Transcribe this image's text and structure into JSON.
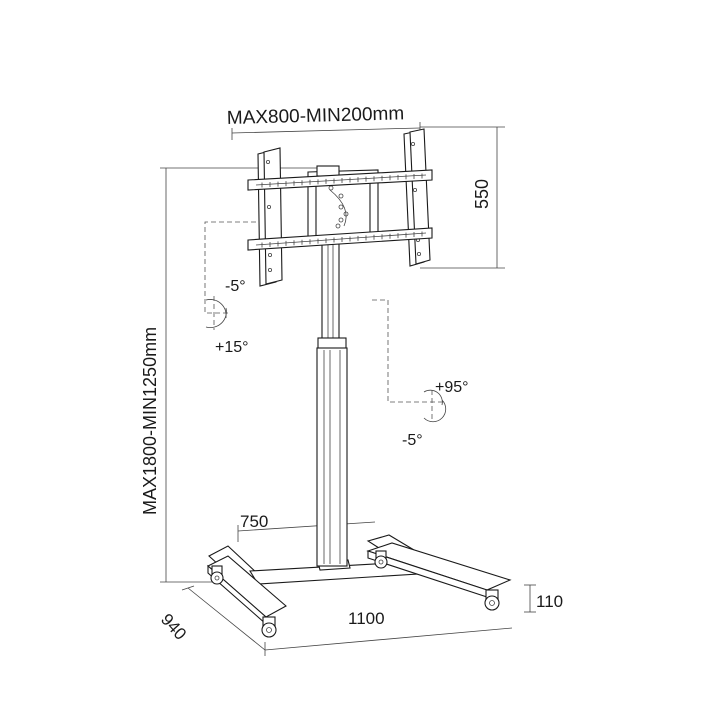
{
  "dimensions": {
    "width_range": "MAX800-MIN200mm",
    "height_range": "MAX1800-MIN1250mm",
    "plate_height": "550",
    "base_depth_top": "750",
    "base_width": "1100",
    "base_depth": "940",
    "base_height": "110"
  },
  "tilt": {
    "left_minus": "-5°",
    "left_plus": "+15°",
    "right_plus": "+95°",
    "right_minus": "-5°"
  }
}
